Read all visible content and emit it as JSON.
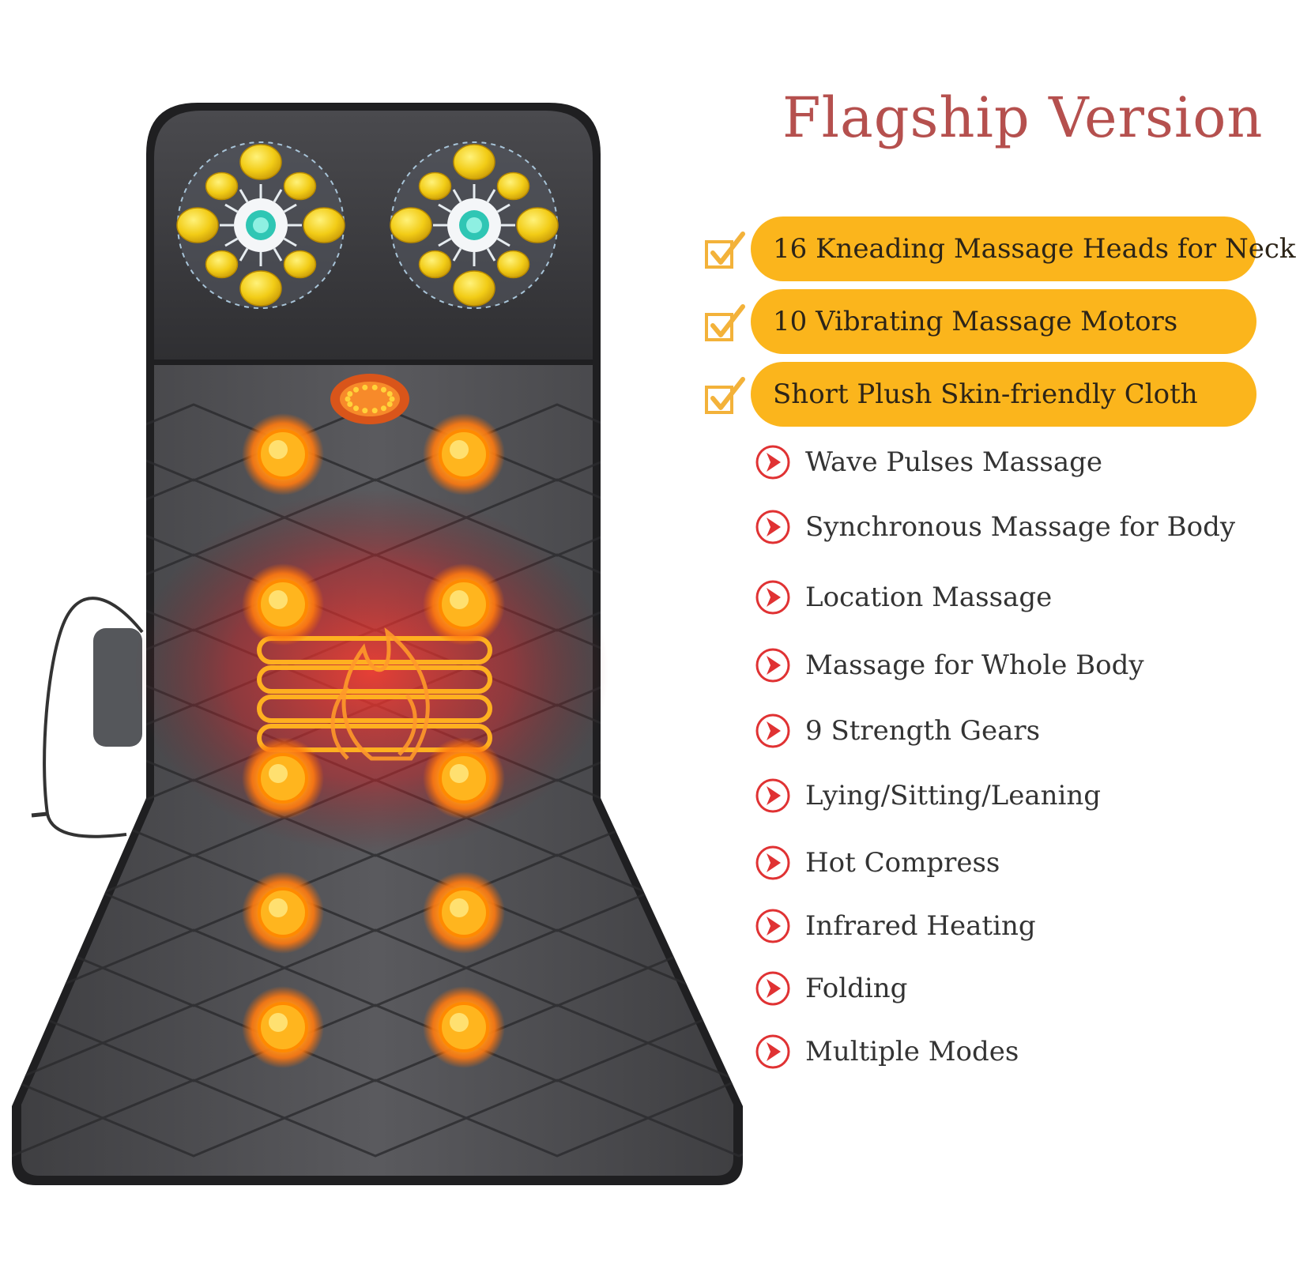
{
  "title": "Flagship Version",
  "colors": {
    "title": "#b5504e",
    "pill": "#fbb51c",
    "bullet": "#e03233",
    "check": "#f3b23a",
    "mat": "#4d4d50",
    "heating_glow": "#ff7a18"
  },
  "highlights": [
    {
      "icon": "checkbox-check-icon",
      "text": "16 Kneading Massage Heads for Neck"
    },
    {
      "icon": "checkbox-check-icon",
      "text": "10 Vibrating Massage Motors"
    },
    {
      "icon": "checkbox-check-icon",
      "text": "Short Plush Skin-friendly Cloth"
    }
  ],
  "features": [
    {
      "icon": "red-arrow-bullet-icon",
      "text": "Wave Pulses Massage"
    },
    {
      "icon": "red-arrow-bullet-icon",
      "text": "Synchronous Massage for Body"
    },
    {
      "icon": "red-arrow-bullet-icon",
      "text": "Location Massage"
    },
    {
      "icon": "red-arrow-bullet-icon",
      "text": "Massage for Whole Body"
    },
    {
      "icon": "red-arrow-bullet-icon",
      "text": "9 Strength Gears"
    },
    {
      "icon": "red-arrow-bullet-icon",
      "text": "Lying/Sitting/Leaning"
    },
    {
      "icon": "red-arrow-bullet-icon",
      "text": "Hot Compress"
    },
    {
      "icon": "red-arrow-bullet-icon",
      "text": "Infrared Heating"
    },
    {
      "icon": "red-arrow-bullet-icon",
      "text": "Folding"
    },
    {
      "icon": "red-arrow-bullet-icon",
      "text": "Multiple Modes"
    }
  ],
  "product_image": {
    "subject": "massage-mat",
    "neck_kneading_heads": 16,
    "vibration_motors": 10
  }
}
